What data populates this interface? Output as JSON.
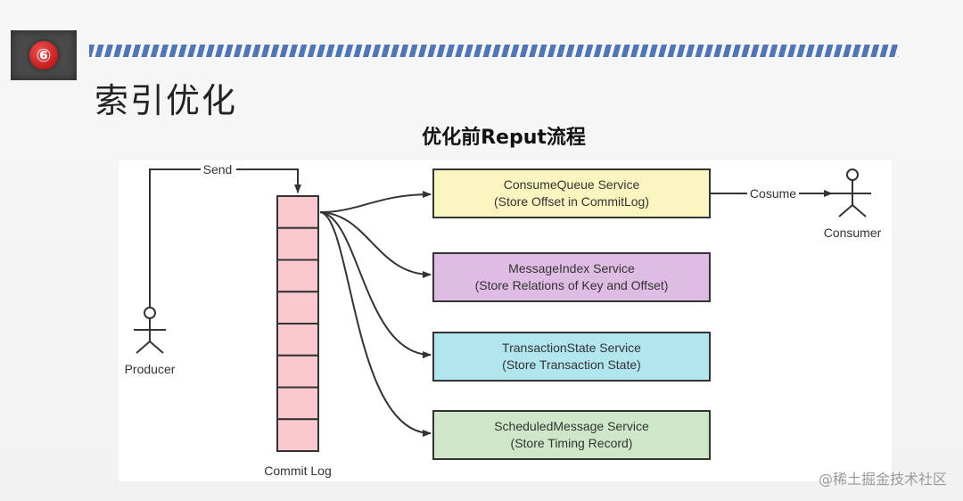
{
  "slide": {
    "title": "索引优化",
    "logo_icon": "netease-music-logo",
    "logo_glyph": "⑥"
  },
  "diagram": {
    "title": "优化前Reput流程",
    "producer_label": "Producer",
    "consumer_label": "Consumer",
    "send_label": "Send",
    "consume_label": "Cosume",
    "commit_log_label": "Commit Log",
    "commit_log_cells": 8,
    "services": [
      {
        "name": "ConsumeQueue Service",
        "desc": "(Store Offset in CommitLog)",
        "color": "#fbf5bf"
      },
      {
        "name": "MessageIndex Service",
        "desc": "(Store Relations of Key and Offset)",
        "color": "#dfbce3"
      },
      {
        "name": "TransactionState Service",
        "desc": "(Store Transaction State)",
        "color": "#b2e6ef"
      },
      {
        "name": "ScheduledMessage Service",
        "desc": "(Store Timing Record)",
        "color": "#cde7c8"
      }
    ],
    "commit_log_color": "#fbc8d0",
    "line_color": "#333333"
  },
  "watermark": "@稀土掘金技术社区"
}
